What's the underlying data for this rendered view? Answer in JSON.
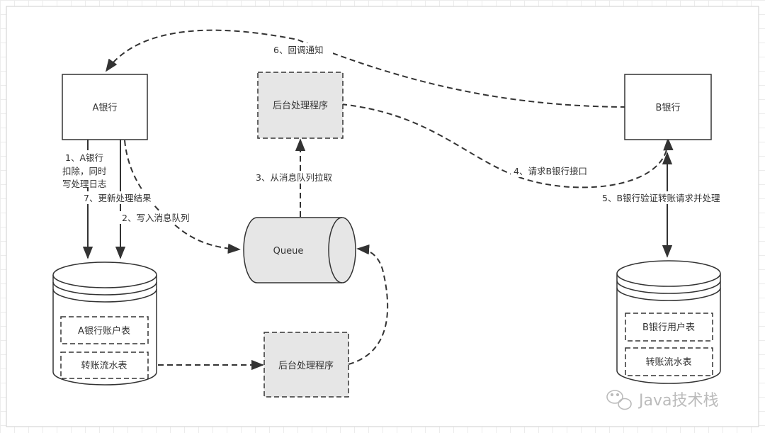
{
  "nodes": {
    "bank_a": "A银行",
    "bank_b": "B银行",
    "processor_top": "后台处理程序",
    "processor_bottom": "后台处理程序",
    "queue": "Queue",
    "table_a_account": "A银行账户表",
    "table_a_flow": "转账流水表",
    "table_b_user": "B银行用户表",
    "table_b_flow": "转账流水表"
  },
  "edges": {
    "step1_line1": "1、A银行",
    "step1_line2": "扣除，同时",
    "step1_line3": "写处理日志",
    "step2": "2、写入消息队列",
    "step3": "3、从消息队列拉取",
    "step4": "4、请求B银行接口",
    "step5": "5、B银行验证转账请求并处理",
    "step6": "6、回调通知",
    "step7": "7、更新处理结果"
  },
  "watermark": {
    "icon": "wechat-icon",
    "text": "Java技术栈"
  },
  "colors": {
    "stroke": "#333333",
    "queue_fill": "#e6e6e6",
    "processor_fill": "#e6e6e6",
    "watermark": "#bbbbbb"
  }
}
